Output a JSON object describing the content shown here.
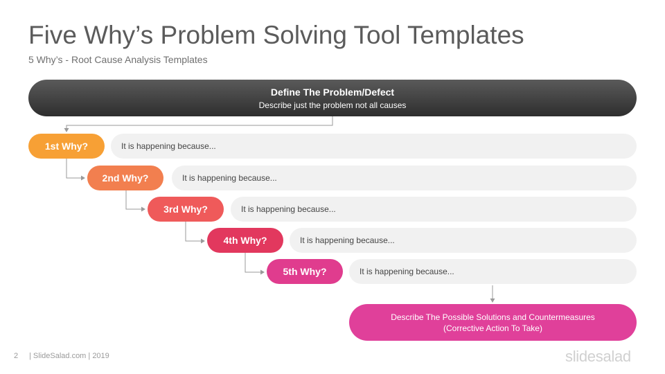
{
  "header": {
    "title": "Five Why’s Problem Solving Tool Templates",
    "subtitle": "5 Why’s - Root Cause Analysis Templates"
  },
  "problem": {
    "title": "Define The Problem/Defect",
    "description": "Describe just the problem not all causes"
  },
  "whys": [
    {
      "label": "1st Why?",
      "answer": "It is happening because...",
      "color": "#f7a035"
    },
    {
      "label": "2nd Why?",
      "answer": "It is happening because...",
      "color": "#f27f4f"
    },
    {
      "label": "3rd Why?",
      "answer": "It is happening because...",
      "color": "#ef5a5a"
    },
    {
      "label": "4th Why?",
      "answer": "It is happening because...",
      "color": "#e2385e"
    },
    {
      "label": "5th Why?",
      "answer": "It is happening because...",
      "color": "#e03c8e"
    }
  ],
  "solution": {
    "line1": "Describe The Possible Solutions and Countermeasures",
    "line2": "(Corrective Action To Take)"
  },
  "footer": {
    "page_number": "2",
    "credit": "| SlideSalad.com | 2019",
    "logo": "slidesalad"
  },
  "colors": {
    "connector": "#9a9a9a",
    "answer_bg": "#f1f1f1",
    "solution_bg": "#e0409a"
  }
}
